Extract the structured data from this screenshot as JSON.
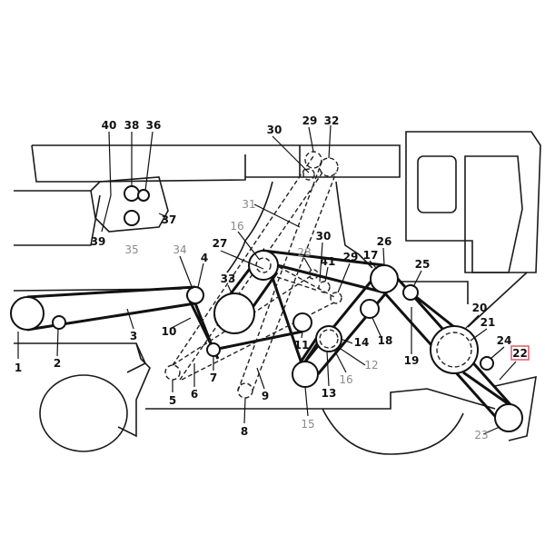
{
  "labels": {
    "l40": "40",
    "l38": "38",
    "l36": "36",
    "l37": "37",
    "l39": "39",
    "l35": "35",
    "l30a": "30",
    "l29a": "29",
    "l32": "32",
    "l31": "31",
    "l16a": "16",
    "l27": "27",
    "l34": "34",
    "l4": "4",
    "l33": "33",
    "l28": "28",
    "l30b": "30",
    "l41": "41",
    "l29b": "29",
    "l17": "17",
    "l26": "26",
    "l25": "25",
    "l3": "3",
    "l10": "10",
    "l1": "1",
    "l2": "2",
    "l11": "11",
    "l14": "14",
    "l18": "18",
    "l12": "12",
    "l16b": "16",
    "l7": "7",
    "l5": "5",
    "l6": "6",
    "l9": "9",
    "l13": "13",
    "l19": "19",
    "l20": "20",
    "l21": "21",
    "l24": "24",
    "l22": "22",
    "l8": "8",
    "l15": "15",
    "l23": "23"
  },
  "highlight": {
    "label": "22",
    "color": "#e05a6a"
  },
  "colors": {
    "line": "#111111",
    "grey_label": "#8a8a8a"
  }
}
